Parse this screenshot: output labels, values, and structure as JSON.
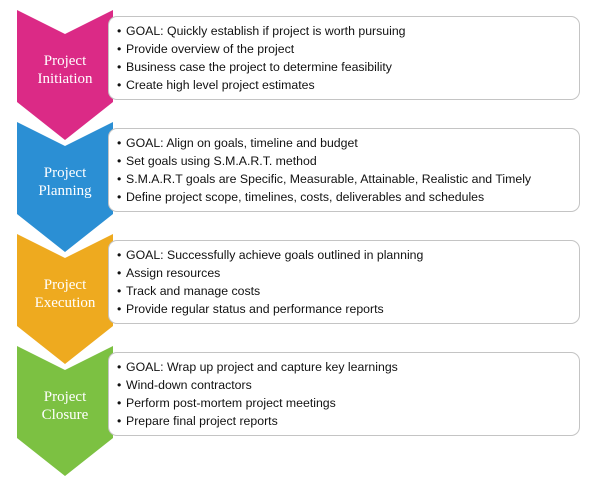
{
  "colors": {
    "initiation": "#db2a86",
    "planning": "#2b8fd4",
    "execution": "#eeaa1f",
    "closure": "#7cc142"
  },
  "bullet_glyph": "•",
  "phases": [
    {
      "label_line1": "Project",
      "label_line2": "Initiation",
      "items": [
        "GOAL: Quickly establish if project is worth pursuing",
        "Provide overview of the project",
        "Business case the project to determine feasibility",
        "Create high level project estimates"
      ]
    },
    {
      "label_line1": "Project",
      "label_line2": "Planning",
      "items": [
        "GOAL: Align on goals, timeline and budget",
        "Set goals using S.M.A.R.T. method",
        "S.M.A.R.T goals are Specific, Measurable, Attainable, Realistic and Timely",
        "Define project scope, timelines, costs, deliverables and schedules"
      ]
    },
    {
      "label_line1": "Project",
      "label_line2": "Execution",
      "items": [
        "GOAL: Successfully achieve goals outlined in planning",
        "Assign resources",
        "Track and manage costs",
        "Provide regular status and performance reports"
      ]
    },
    {
      "label_line1": "Project",
      "label_line2": "Closure",
      "items": [
        "GOAL: Wrap up project and capture key learnings",
        "Wind-down contractors",
        "Perform post-mortem project meetings",
        "Prepare final project reports"
      ]
    }
  ]
}
